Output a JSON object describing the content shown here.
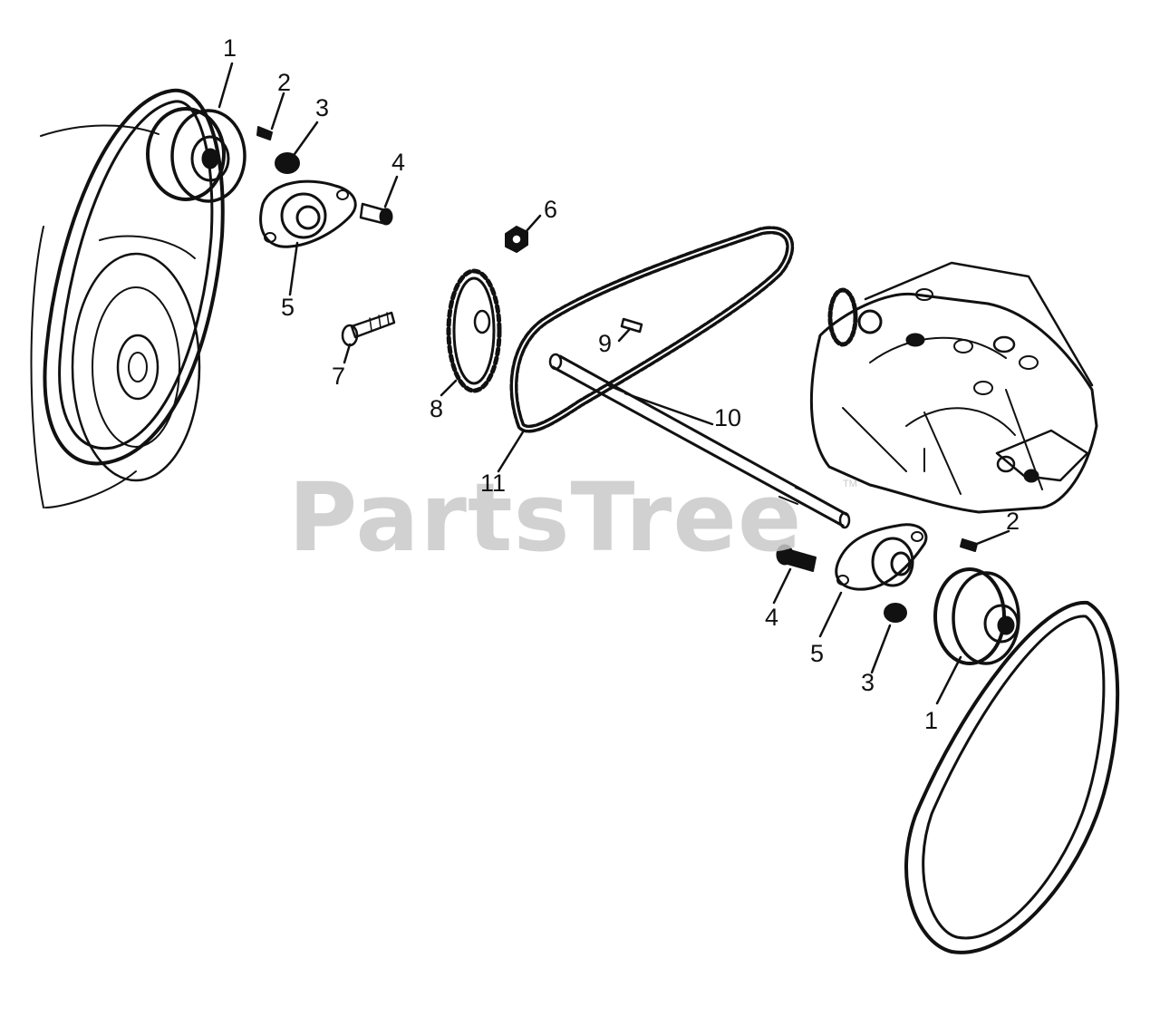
{
  "watermark": {
    "text": "PartsTree",
    "tm": "TM"
  },
  "callouts": [
    {
      "id": "c-1a",
      "label": "1"
    },
    {
      "id": "c-2a",
      "label": "2"
    },
    {
      "id": "c-3a",
      "label": "3"
    },
    {
      "id": "c-4a",
      "label": "4"
    },
    {
      "id": "c-5a",
      "label": "5"
    },
    {
      "id": "c-6",
      "label": "6"
    },
    {
      "id": "c-7",
      "label": "7"
    },
    {
      "id": "c-8",
      "label": "8"
    },
    {
      "id": "c-9",
      "label": "9"
    },
    {
      "id": "c-10",
      "label": "10"
    },
    {
      "id": "c-11",
      "label": "11"
    },
    {
      "id": "c-2b",
      "label": "2"
    },
    {
      "id": "c-4b",
      "label": "4"
    },
    {
      "id": "c-5b",
      "label": "5"
    },
    {
      "id": "c-3b",
      "label": "3"
    },
    {
      "id": "c-1b",
      "label": "1"
    }
  ],
  "colors": {
    "line": "#111111",
    "watermark": "#c9c9c9",
    "background": "#ffffff"
  }
}
